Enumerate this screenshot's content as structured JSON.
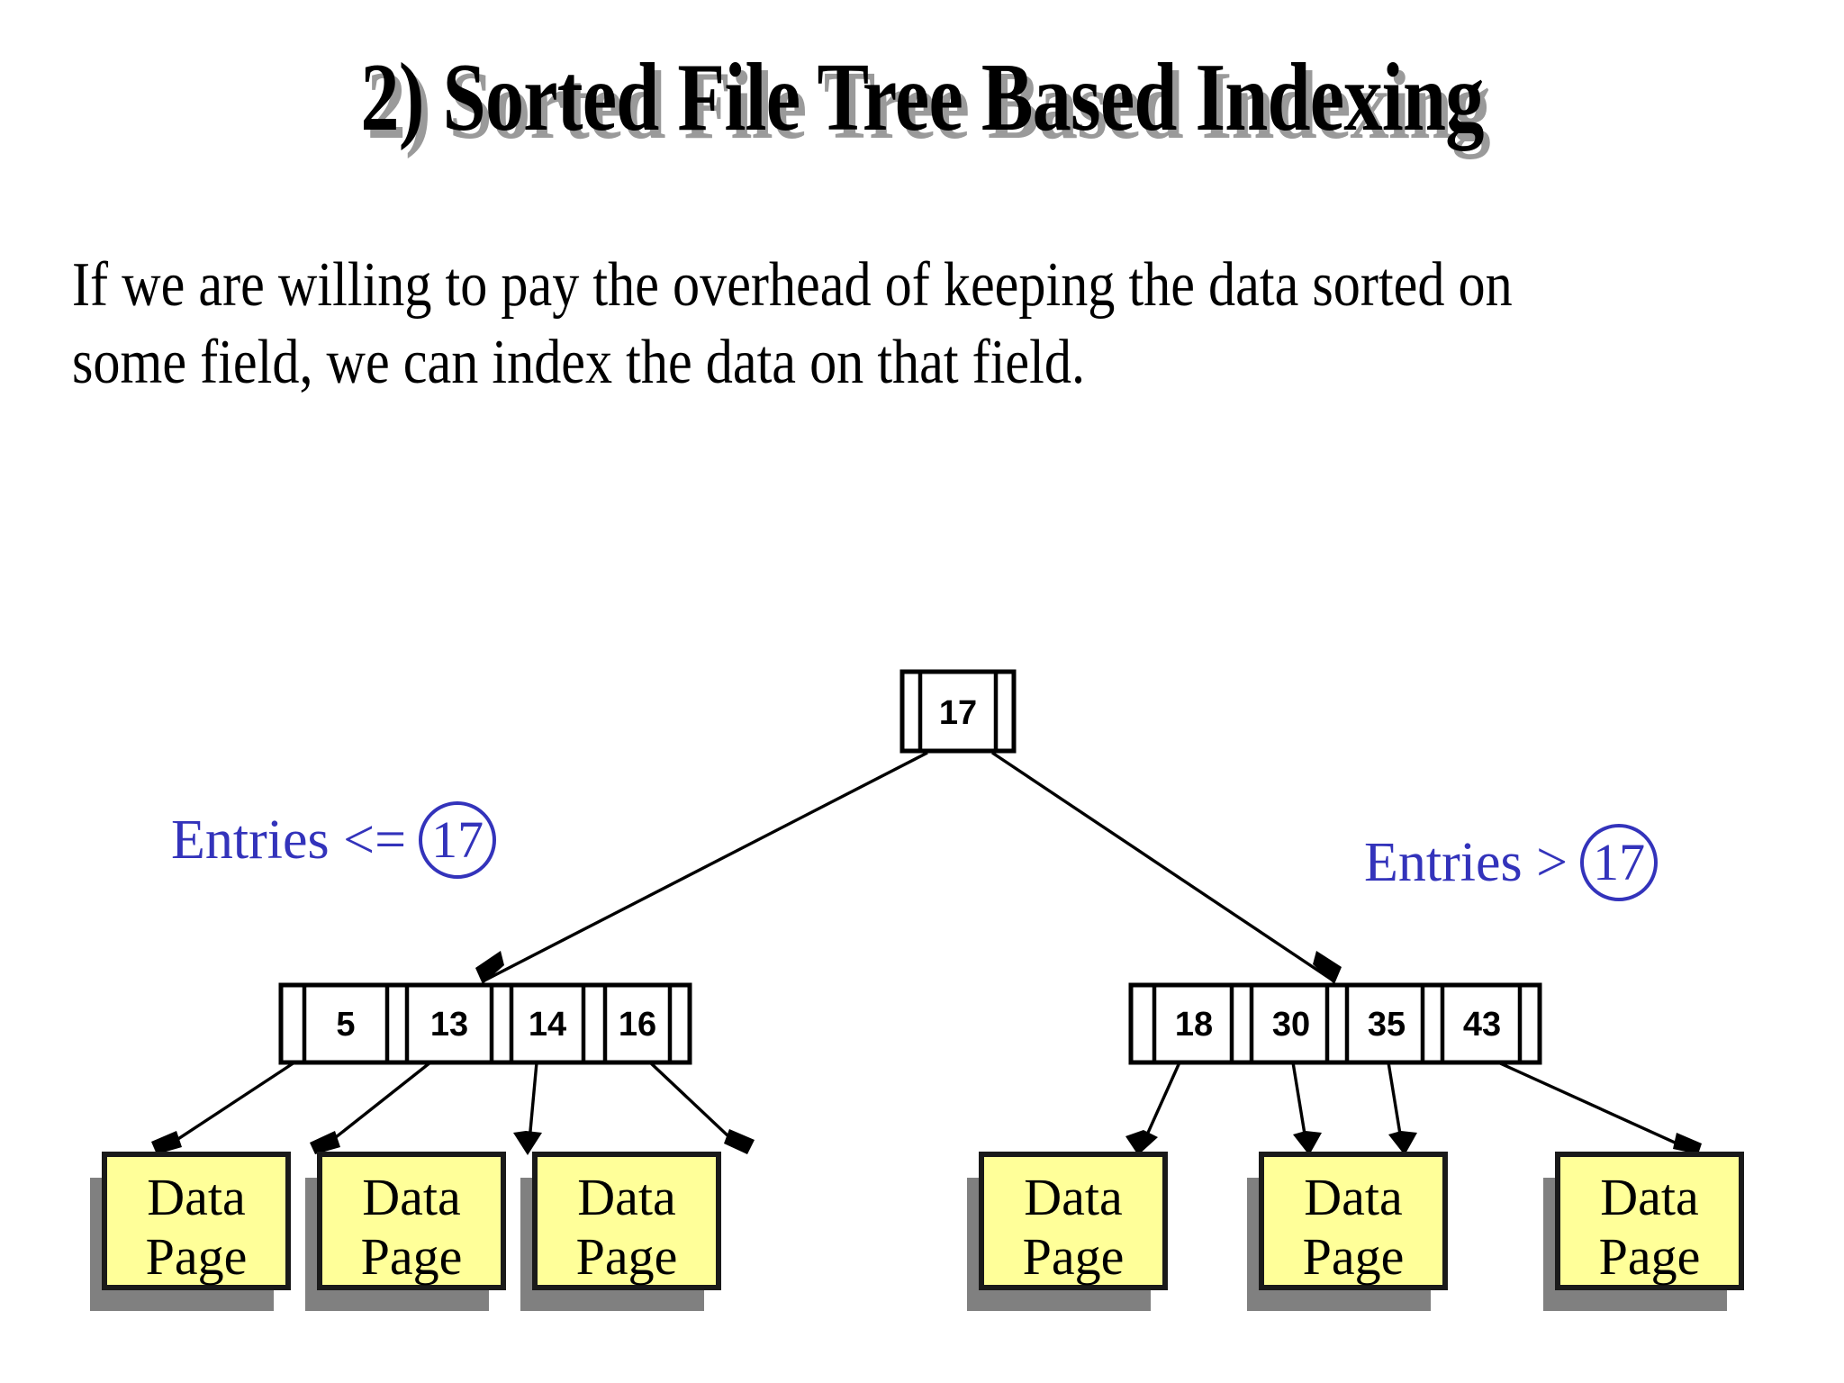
{
  "slide": {
    "title": "2) Sorted File Tree Based Indexing",
    "body_text": "If we are willing to pay the overhead of keeping the data sorted on some field, we can index the data on that field.",
    "title_shadow_color": "#9a9a9a",
    "accent_color": "#3333bb",
    "page_fill_color": "#ffff99",
    "page_shadow_color": "#808080"
  },
  "diagram": {
    "type": "tree-index-diagram",
    "root": {
      "keys": [
        "17"
      ],
      "label": "root-index-node"
    },
    "annotations": {
      "left": {
        "prefix": "Entries <=",
        "circled_value": "17"
      },
      "right": {
        "prefix": "Entries >",
        "circled_value": "17"
      }
    },
    "index_nodes": [
      {
        "name": "left-index-node",
        "keys": [
          "5",
          "13",
          "14",
          "16"
        ]
      },
      {
        "name": "right-index-node",
        "keys": [
          "18",
          "30",
          "35",
          "43"
        ]
      }
    ],
    "data_pages": [
      {
        "line1": "Data",
        "line2": "Page"
      },
      {
        "line1": "Data",
        "line2": "Page"
      },
      {
        "line1": "Data",
        "line2": "Page"
      },
      {
        "line1": "Data",
        "line2": "Page"
      },
      {
        "line1": "Data",
        "line2": "Page"
      },
      {
        "line1": "Data",
        "line2": "Page"
      }
    ]
  }
}
